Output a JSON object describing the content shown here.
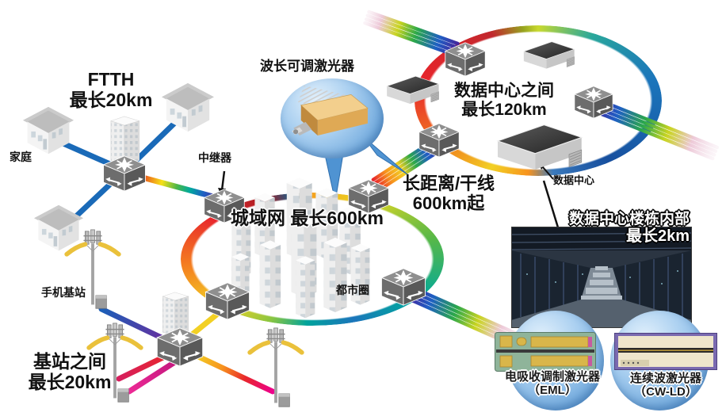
{
  "palette": {
    "ftth_line_blue": "#1a6ab8",
    "bubble_blue": "#4f93d2",
    "radio_arc_yellow": "#eac13b",
    "laser_gold": "#e8b86d",
    "switch_gray": "#6d6d6d",
    "fiber_spectrum": [
      "#45269c",
      "#1f5fc4",
      "#2ba84a",
      "#c9d421",
      "#f2c9d8"
    ]
  },
  "icons": {
    "network_switch": "isometric-switch-cube",
    "house": "isometric-house",
    "office_building": "isometric-tower-building",
    "cell_tower": "antenna-mast-with-radio-arcs",
    "datacenter_box": "flat-server-box",
    "city_cluster": "skyscraper-group",
    "tunable_laser_module": "gold-butterfly-laser",
    "eml_chip": "green-gold-chip-photo",
    "cwld_chip": "purple-bar-chip-photo",
    "dc_interior": "server-hall-photo"
  },
  "ftth": {
    "title_line1": "FTTH",
    "title_line2": "最长20km",
    "home_label": "家庭"
  },
  "metro": {
    "repeater_label": "中继器",
    "title": "城域网 最长600km",
    "city_label": "都市圈"
  },
  "dc_ring": {
    "title_line1": "数据中心之间",
    "title_line2": "最长120km",
    "datacenter_label": "数据中心"
  },
  "long_haul": {
    "title_line1": "长距离/干线",
    "title_line2": "600km起"
  },
  "mobile": {
    "base_label": "手机基站",
    "title_line1": "基站之间",
    "title_line2": "最长20km"
  },
  "tunable_laser": {
    "label": "波长可调激光器"
  },
  "dc_building": {
    "title_line1": "数据中心楼栋内部",
    "title_line2": "最长2km"
  },
  "eml": {
    "name_line1": "电吸收调制激光器",
    "name_line2": "（EML）"
  },
  "cwld": {
    "name_line1": "连续波激光器",
    "name_line2": "（CW-LD）"
  }
}
